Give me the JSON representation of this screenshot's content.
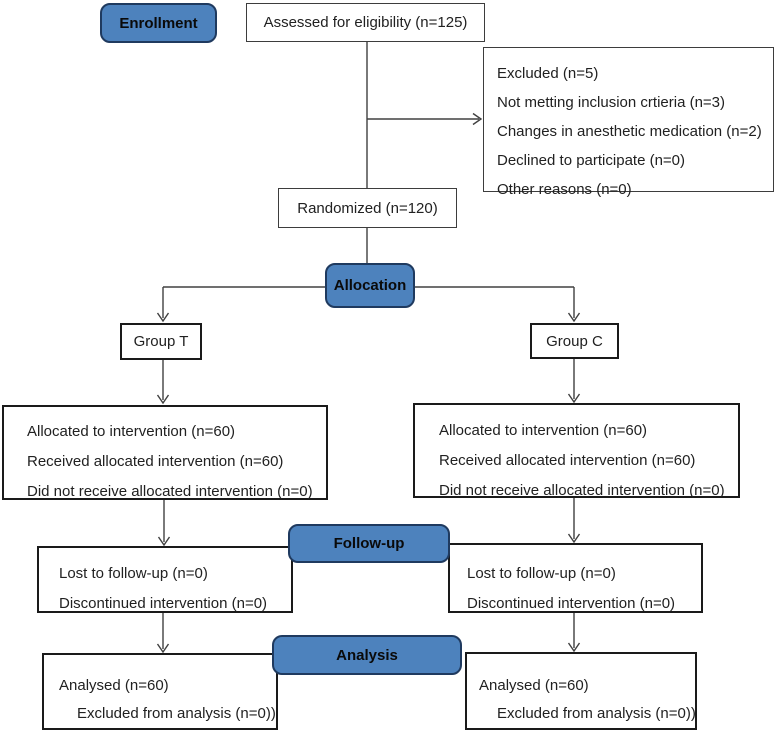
{
  "colors": {
    "stage_fill": "#4d82bd",
    "stage_border": "#1f3a5f",
    "connector": "#404040",
    "box_border": "#1a1a1a",
    "text": "#212121"
  },
  "stages": {
    "enrollment": "Enrollment",
    "allocation": "Allocation",
    "followup": "Follow-up",
    "analysis": "Analysis"
  },
  "boxes": {
    "assessed": {
      "text": "Assessed for eligibility (n=125)"
    },
    "excluded": {
      "lines": [
        "Excluded (n=5)",
        "Not metting inclusion crtieria (n=3)",
        "Changes in anesthetic medication (n=2)",
        "Declined to participate (n=0)",
        "Other reasons (n=0)"
      ]
    },
    "randomized": {
      "text": "Randomized (n=120)"
    },
    "group_t": {
      "text": "Group T"
    },
    "group_c": {
      "text": "Group C"
    },
    "alloc_left": {
      "lines": [
        "Allocated to intervention (n=60)",
        "Received allocated intervention (n=60)",
        "Did not receive allocated intervention (n=0)"
      ]
    },
    "alloc_right": {
      "lines": [
        "Allocated to intervention (n=60)",
        "Received allocated intervention (n=60)",
        "Did not receive allocated intervention (n=0)"
      ]
    },
    "followup_left": {
      "lines": [
        "Lost to follow-up (n=0)",
        "Discontinued intervention (n=0)"
      ]
    },
    "followup_right": {
      "lines": [
        "Lost to follow-up (n=0)",
        "Discontinued intervention (n=0)"
      ]
    },
    "analysis_left": {
      "lines": [
        "Analysed (n=60)",
        "Excluded from analysis (n=0))"
      ]
    },
    "analysis_right": {
      "lines": [
        "Analysed (n=60)",
        "Excluded from analysis (n=0))"
      ]
    }
  }
}
